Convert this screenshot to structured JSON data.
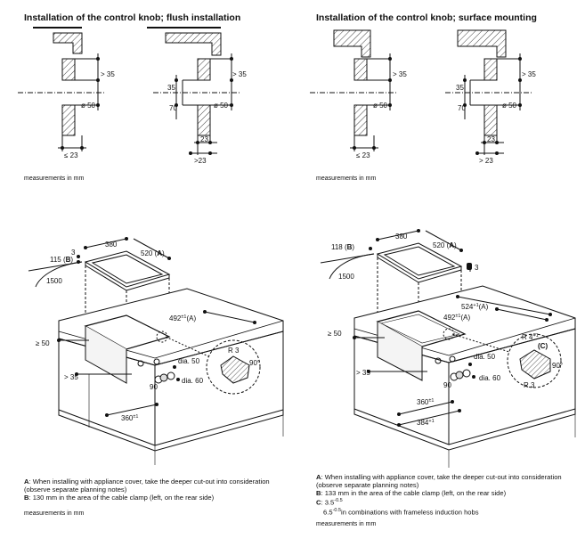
{
  "left": {
    "title": "Installation of the control knob; flush installation",
    "measure_note": "measurements in mm",
    "knob_labels": {
      "d1_top": "> 35",
      "d1_dia": "ø 50",
      "d1_bottom": "≤ 23",
      "d2_top": "> 35",
      "d2_35": "35",
      "d2_70": "70",
      "d2_dia": "ø 50",
      "d2_23": "23",
      "d2_bottom": ">23"
    },
    "install_labels": {
      "w380": "380",
      "w520": "520 (",
      "A1": "A",
      "w520_end": ")",
      "three": "3",
      "l115": "115 (",
      "B": "B",
      "l115_end": ")",
      "l1500": "1500",
      "l492": "492",
      "l492_sup": "±1",
      "A2": "(A)",
      "ge50": "≥ 50",
      "gt35": "> 35",
      "dia50": "dia. 50",
      "l90": "90",
      "dia60": "dia. 60",
      "l360": "360",
      "l360_sup": "±1",
      "R3": "R 3",
      "deg90": "90°"
    },
    "legend": [
      {
        "key": "A",
        "text": ": When installing with appliance cover, take the deeper cut-out into consideration (observe separate planning notes)"
      },
      {
        "key": "B",
        "text": ": 130 mm in the area of the cable clamp (left, on the rear side)"
      }
    ],
    "measure_note2": "measurements in mm"
  },
  "right": {
    "title": "Installation of the control knob; surface mounting",
    "measure_note": "measurements in mm",
    "knob_labels": {
      "d1_top": "> 35",
      "d1_dia": "ø 50",
      "d1_bottom": "≤ 23",
      "d2_top": "> 35",
      "d2_35": "35",
      "d2_70": "70",
      "d2_dia": "ø 50",
      "d2_23": "23",
      "d2_bottom": "> 23"
    },
    "install_labels": {
      "w380": "380",
      "w520": "520 (",
      "A1": "A",
      "w520_end": ")",
      "l118": "118 (",
      "B": "B",
      "l118_end": ")",
      "three": "3",
      "l1500": "1500",
      "l524": "524",
      "l524_sup": "+1",
      "A2": "(A)",
      "l492": "492",
      "l492_sup": "±1",
      "A3": "(A)",
      "ge50": "≥ 50",
      "gt35": "> 35",
      "dia50": "dia. 50",
      "l90": "90",
      "dia60": "dia. 60",
      "l360": "360",
      "l360_sup": "±1",
      "l384": "384",
      "l384_sup": "+1",
      "R4": "R 4",
      "R4_sup": "+1",
      "C": "(C)",
      "deg90": "90°",
      "R3": "R 3"
    },
    "legend": [
      {
        "key": "A",
        "text": ": When installing with appliance cover, take the deeper cut-out into consideration (observe separate planning notes)"
      },
      {
        "key": "B",
        "text": ": 133 mm in the area of the cable clamp (left, on the rear side)"
      },
      {
        "key": "C",
        "text": ": 3.5",
        "sup": "-0.5"
      },
      {
        "key": "",
        "text": "6.5",
        "sup": "-0.5",
        "tail": "in combinations with frameless induction hobs"
      }
    ],
    "measure_note2": "measurements in mm"
  }
}
